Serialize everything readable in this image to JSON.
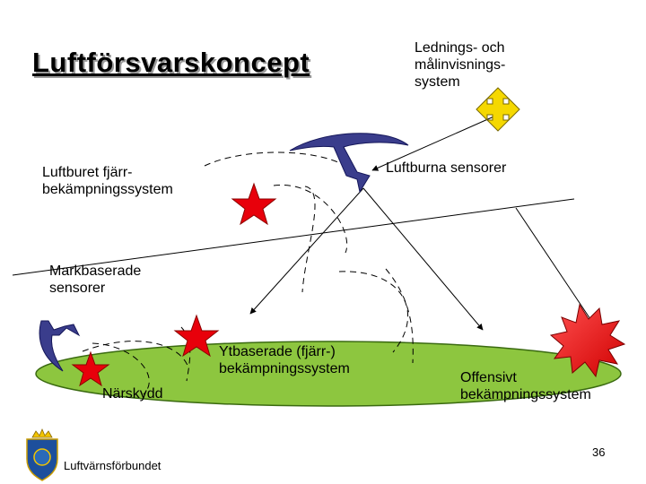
{
  "title": "Luftförsvarskoncept",
  "labels": {
    "command": "Lednings- och\nmålinvisnings-\nsystem",
    "air_sensors": "Luftburna sensorer",
    "air_weapon": "Luftburet fjärr-\nbekämpningssystem",
    "ground_sensors": "Markbaserade\n sensorer",
    "surface_weapon": "Ytbaserade (fjärr-)\nbekämpningssystem",
    "offensive": "Offensivt\nbekämpningssystem",
    "close_defense": "Närskydd"
  },
  "footer": {
    "page_number": "36",
    "organization": "Luftvärnsförbundet"
  },
  "colors": {
    "ground": "#8dc63f",
    "star": "#e8000b",
    "aircraft": "#3a3d8c",
    "command_symbol": "#f5d800",
    "explosion": "#ff0a0a"
  },
  "icons": [
    "aircraft-icon",
    "radar-icon",
    "command-symbol-icon",
    "star-icon",
    "explosion-icon",
    "emblem-icon"
  ]
}
